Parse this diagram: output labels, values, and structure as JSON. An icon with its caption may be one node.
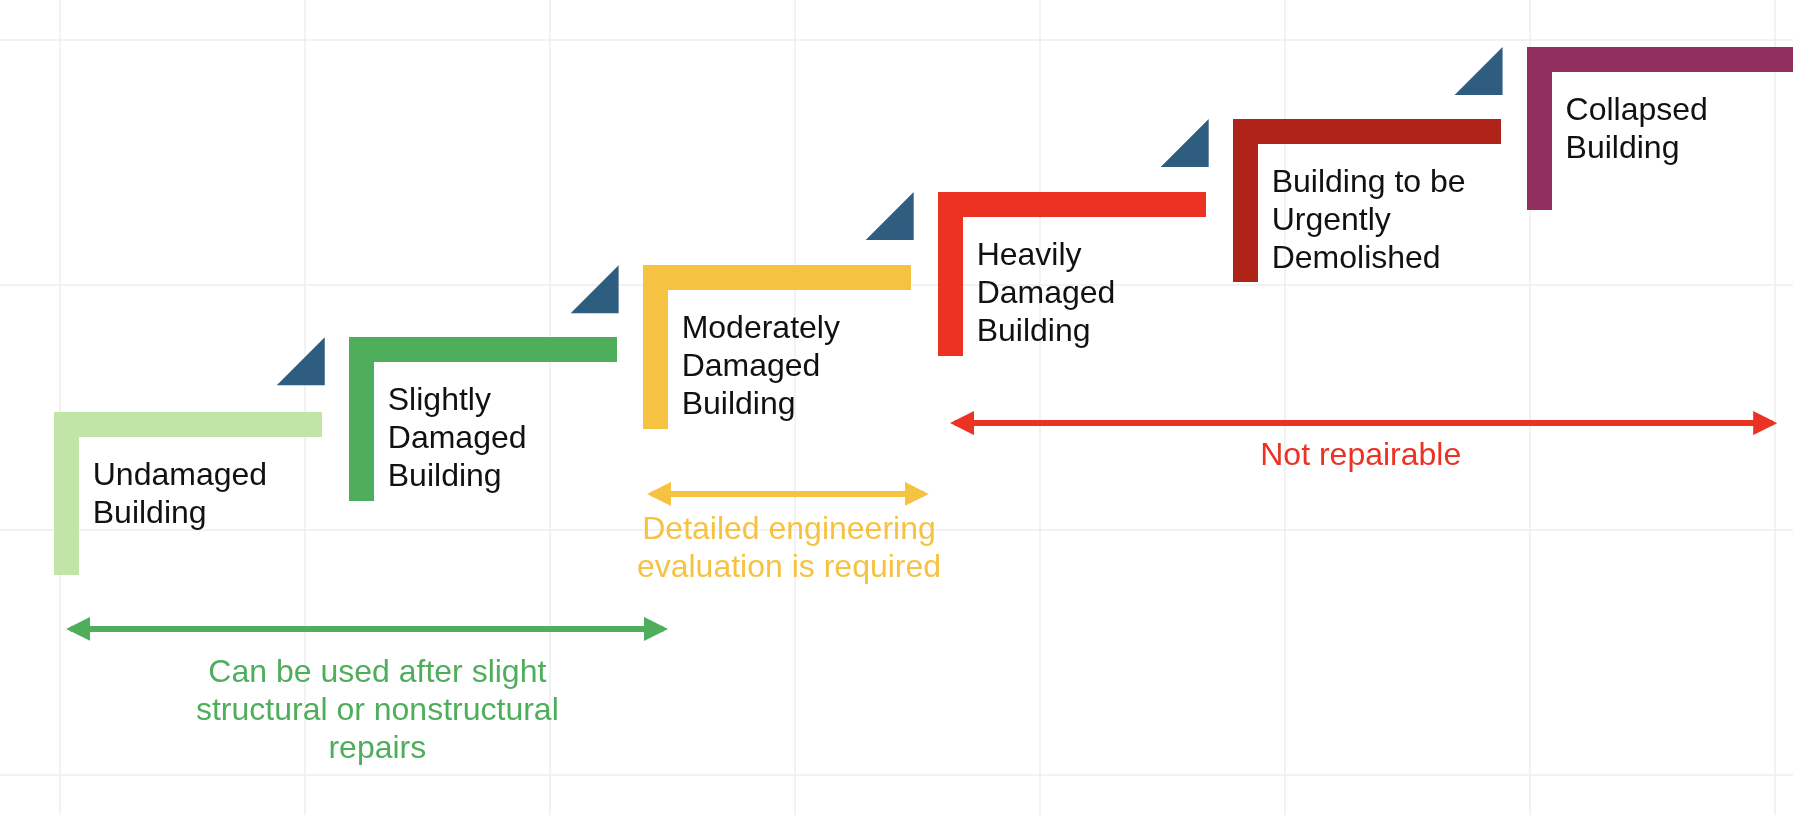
{
  "diagram": {
    "nodes": [
      {
        "text": [
          "Undamaged Building"
        ]
      },
      {
        "text": [
          "Slightly Damaged Building"
        ]
      },
      {
        "text": [
          "Moderately Damaged Building"
        ]
      },
      {
        "text": [
          "Heavily Damaged Building"
        ]
      },
      {
        "text": [
          "Building to be Urgently Demolished"
        ]
      },
      {
        "text": [
          "Collapsed Building"
        ]
      }
    ],
    "labels": [
      "Not repairable",
      "Detailed engineering evaluation is required",
      "Can be used after slight structural or nonstructural repairs"
    ]
  }
}
